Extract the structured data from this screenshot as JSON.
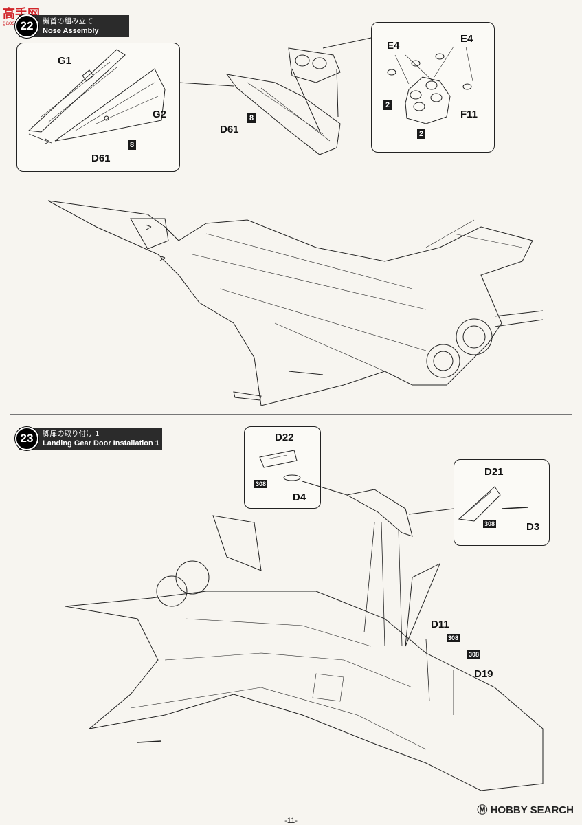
{
  "logo": {
    "main": "高手网",
    "sub": "gaoshou.com"
  },
  "step22": {
    "number": "22",
    "title_jp": "機首の組み立て",
    "title_en": "Nose Assembly"
  },
  "step23": {
    "number": "23",
    "title_jp": "脚扉の取り付け 1",
    "title_en": "Landing Gear Door Installation 1"
  },
  "nose_callout": {
    "g1": "G1",
    "g2": "G2",
    "d61": "D61",
    "tag": "8"
  },
  "nose_center": {
    "d61": "D61",
    "tag": "8"
  },
  "intake_callout": {
    "e4_left": "E4",
    "e4_right": "E4",
    "f11": "F11",
    "tag_left": "2",
    "tag_bottom": "2"
  },
  "door_callout_left": {
    "d22": "D22",
    "d4": "D4",
    "tag": "308"
  },
  "door_callout_right": {
    "d21": "D21",
    "d3": "D3",
    "tag": "308"
  },
  "main_parts": {
    "d11": "D11",
    "d11_tag": "308",
    "d19": "D19",
    "d19_tag": "308"
  },
  "watermark": "Ⓜ HOBBY SEARCH",
  "page_number": "-11-"
}
